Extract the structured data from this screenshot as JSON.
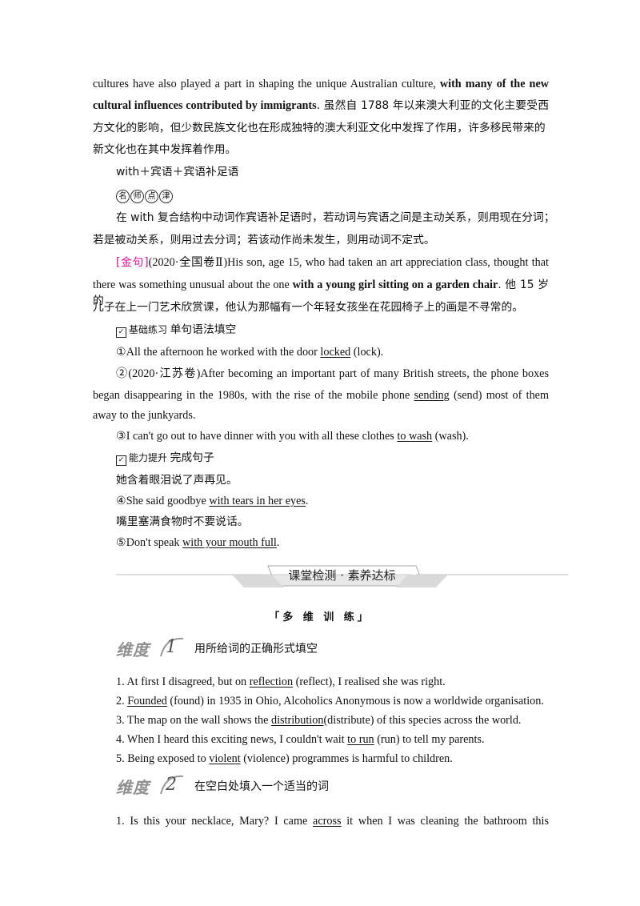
{
  "p1": {
    "l1_a": "cultures have also played a part in shaping the unique Australian culture, ",
    "l1_b": "with many of the new",
    "l2_a": "cultural influences contributed by immigrants",
    "l2_b": ". 虽然自 1788 年以来澳大利亚的文化主要受西",
    "l3": "方文化的影响，但少数民族文化也在形成独特的澳大利亚文化中发挥了作用，许多移民带来的",
    "l4": "新文化也在其中发挥着作用。"
  },
  "pattern": "with＋宾语＋宾语补足语",
  "mingshi": [
    "名",
    "师",
    "点",
    "津"
  ],
  "rule": {
    "l1": "在 with 复合结构中动词作宾语补足语时，若动词与宾语之间是主动关系，则用现在分词；",
    "l2": "若是被动关系，则用过去分词；若该动作尚未发生，则用动词不定式。"
  },
  "jinju": {
    "tag": "[金句]",
    "l1": "(2020·全国卷Ⅱ)His son, age 15, who had taken an art appreciation class, thought that",
    "l2_a": "there was something unusual about the one ",
    "l2_b": "with a young girl sitting on a garden chair",
    "l2_c": ". 他 15 岁的",
    "l3": "儿子在上一门艺术欣赏课，他认为那幅有一个年轻女孩坐在花园椅子上的画是不寻常的。"
  },
  "basic": {
    "tag": "基础练习",
    "title": "单句语法填空",
    "q1_a": "①All the afternoon he worked with the door ",
    "q1_ans": "locked",
    "q1_b": " (lock).",
    "q2_l1": "②(2020·江苏卷)After becoming an important part of many British streets, the phone boxes",
    "q2_l2_a": "began disappearing in the 1980s, with the rise of the mobile phone ",
    "q2_ans": "sending",
    "q2_l2_b": " (send) most of them",
    "q2_l3": "away to the junkyards.",
    "q3_a": "③I can't go out to have dinner with you with all these clothes ",
    "q3_ans": "to wash",
    "q3_b": " (wash)."
  },
  "ability": {
    "tag": "能力提升",
    "title": "完成句子",
    "s1_cn": "她含着眼泪说了声再见。",
    "q4_a": "④She said goodbye ",
    "q4_ans": "with tears in her eyes",
    "q4_b": ".",
    "s2_cn": "嘴里塞满食物时不要说话。",
    "q5_a": "⑤Don't speak ",
    "q5_ans": "with your mouth full",
    "q5_b": "."
  },
  "banner": {
    "title": "课堂检测 · 素养达标"
  },
  "subhead": "「多 维 训 练」",
  "dim1": {
    "word": "维度",
    "num": "1",
    "label": "用所给词的正确形式填空",
    "items": [
      {
        "a": "1. At first I disagreed, but on ",
        "ans": "reflection",
        "b": " (reflect), I realised she was right."
      },
      {
        "a": "2. ",
        "ans": "Founded",
        "b": " (found) in 1935 in Ohio, Alcoholics Anonymous is now a worldwide organisation."
      },
      {
        "a": "3. The map on the wall shows the ",
        "ans": "distribution",
        "b": "(distribute) of this species across the world."
      },
      {
        "a": "4. When I heard this exciting news, I couldn't wait ",
        "ans": "to run",
        "b": " (run) to tell my parents."
      },
      {
        "a": "5. Being exposed to ",
        "ans": "violent",
        "b": " (violence) programmes is harmful to children."
      }
    ]
  },
  "dim2": {
    "word": "维度",
    "num": "2",
    "label": "在空白处填入一个适当的词",
    "q1_a": "1. Is this your necklace, Mary? I came ",
    "q1_ans": "across",
    "q1_b": " it when I was cleaning the bathroom this"
  }
}
